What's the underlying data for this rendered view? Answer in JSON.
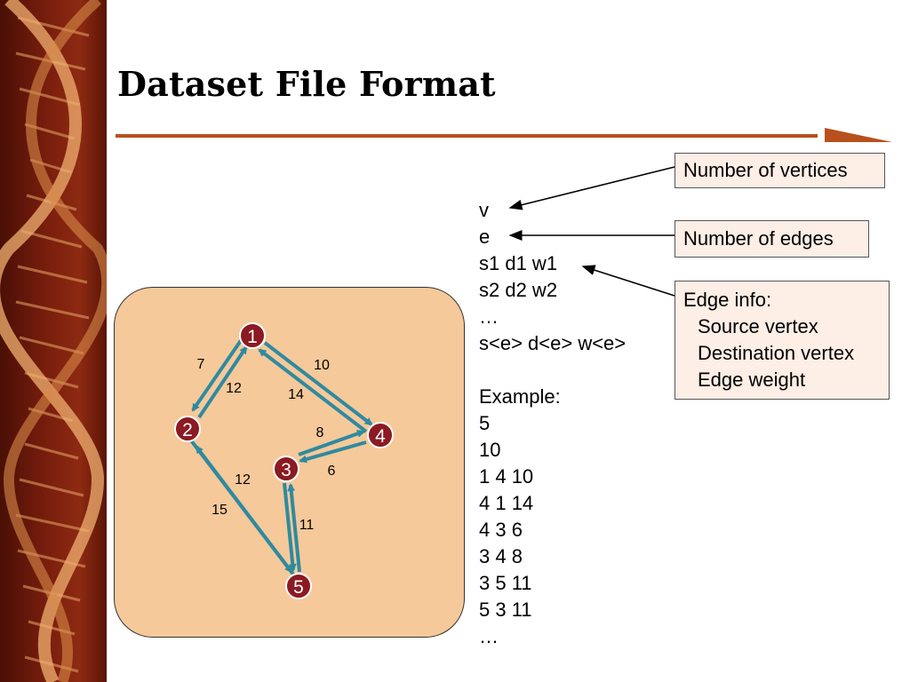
{
  "slide": {
    "title": "Dataset File Format"
  },
  "callouts": {
    "vertices": "Number of vertices",
    "edges": "Number of edges",
    "edge_info": {
      "heading": "Edge info:",
      "lines": [
        "Source vertex",
        "Destination vertex",
        "Edge weight"
      ]
    }
  },
  "format_lines": [
    "v",
    "e",
    "s1 d1 w1",
    "s2 d2 w2",
    "…",
    "s<e> d<e> w<e>"
  ],
  "example": {
    "heading": "Example:",
    "lines": [
      "5",
      "10",
      "1 4 10",
      "4 1 14",
      "4 3 6",
      "3 4 8",
      "3 5 11",
      "5 3 11",
      "…"
    ]
  },
  "graph": {
    "nodes": [
      "1",
      "2",
      "3",
      "4",
      "5"
    ],
    "edge_weights": [
      "7",
      "12",
      "10",
      "14",
      "8",
      "6",
      "12",
      "15",
      "11"
    ]
  },
  "colors": {
    "node_fill": "#8b1a22",
    "edge": "#2f8aa0",
    "panel": "#f5c99a",
    "accent": "#b8501c",
    "callout_bg": "#fdeee6"
  }
}
